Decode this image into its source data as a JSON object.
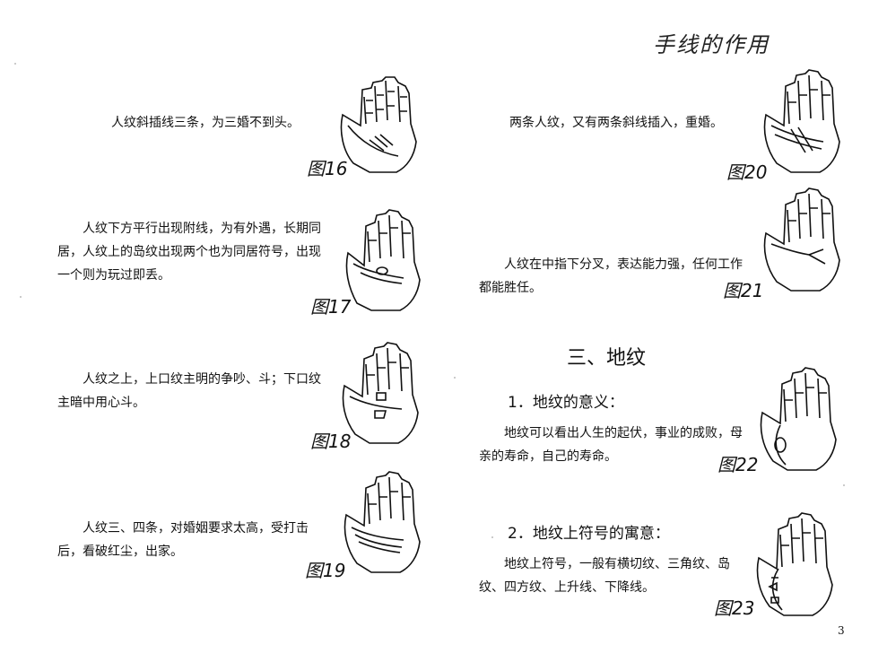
{
  "header": {
    "title": "手线的作用"
  },
  "left_column": [
    {
      "text": "人纹斜插线三条，为三婚不到头。",
      "figure": "图16"
    },
    {
      "text": "人纹下方平行出现附线，为有外遇，长期同居，人纹上的岛纹出现两个也为同居符号，出现一个则为玩过即丢。",
      "figure": "图17"
    },
    {
      "text": "人纹之上，上口纹主明的争吵、斗；下口纹主暗中用心斗。",
      "figure": "图18"
    },
    {
      "text": "人纹三、四条，对婚姻要求太高，受打击后，看破红尘，出家。",
      "figure": "图19"
    }
  ],
  "right_column": {
    "items": [
      {
        "text": "两条人纹，又有两条斜线插入，重婚。",
        "figure": "图20"
      },
      {
        "text": "人纹在中指下分叉，表达能力强，任何工作都能胜任。",
        "figure": "图21"
      }
    ],
    "section_title": "三、地纹",
    "subsections": [
      {
        "heading": "1．地纹的意义：",
        "text": "地纹可以看出人生的起伏，事业的成败，母亲的寿命，自己的寿命。",
        "figure": "图22"
      },
      {
        "heading": "2．地纹上符号的寓意：",
        "text": "地纹上符号，一般有横切纹、三角纹、岛纹、四方纹、上升线、下降线。",
        "figure": "图23"
      }
    ]
  },
  "page_number": "3"
}
